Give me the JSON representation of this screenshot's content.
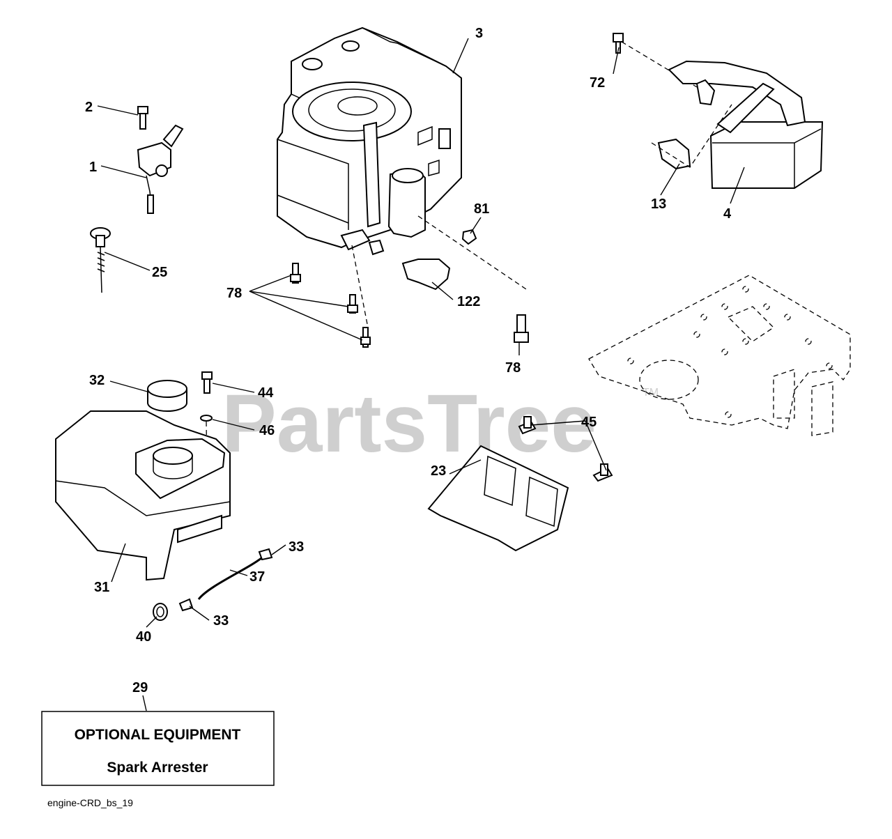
{
  "diagram": {
    "watermark": "PartsTree",
    "watermark_mark": "TM",
    "caption": "engine-CRD_bs_19",
    "optional_box": {
      "title": "OPTIONAL EQUIPMENT",
      "subtitle": "Spark Arrester"
    },
    "callouts": {
      "c1": "1",
      "c2": "2",
      "c3": "3",
      "c4": "4",
      "c13": "13",
      "c23": "23",
      "c25": "25",
      "c29": "29",
      "c31": "31",
      "c32": "32",
      "c33a": "33",
      "c33b": "33",
      "c37": "37",
      "c40": "40",
      "c44": "44",
      "c45": "45",
      "c46": "46",
      "c72": "72",
      "c78a": "78",
      "c78b": "78",
      "c81": "81",
      "c122": "122"
    }
  }
}
